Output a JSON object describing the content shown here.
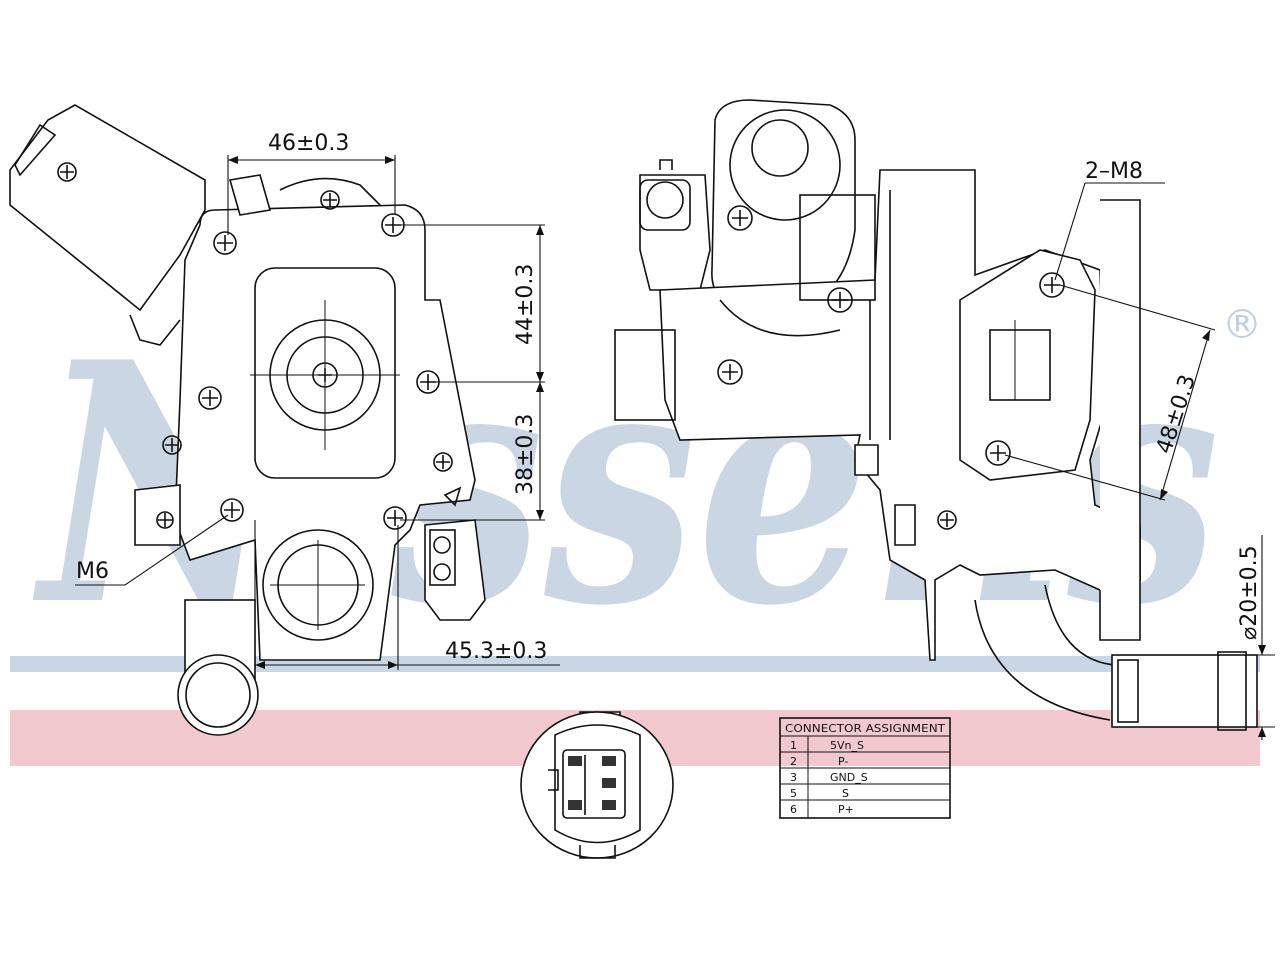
{
  "watermark": {
    "brand": "Nissens",
    "registered_mark": "®",
    "band_blue": "#c9d6e6",
    "band_red": "#f2c9cf",
    "text_color": "#c3cfe0"
  },
  "dimensions": {
    "width_top": "46±0.3",
    "height_upper": "44±0.3",
    "height_lower": "38±0.3",
    "width_bottom": "45.3±0.3",
    "thread_left": "M6",
    "thread_right": "2–M8",
    "hole_spacing": "48±0.3",
    "pipe_diameter": "⌀20±0.5"
  },
  "connector_table": {
    "header": "CONNECTOR ASSIGNMENT",
    "rows": [
      {
        "pin": "1",
        "signal": "5Vn_S"
      },
      {
        "pin": "2",
        "signal": "P-"
      },
      {
        "pin": "3",
        "signal": "GND_S"
      },
      {
        "pin": "5",
        "signal": "S"
      },
      {
        "pin": "6",
        "signal": "P+"
      }
    ]
  }
}
